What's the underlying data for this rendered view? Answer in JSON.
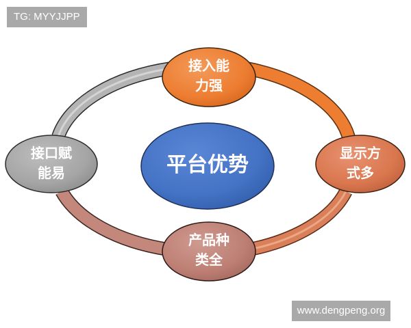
{
  "watermarks": {
    "top_left": "TG: MYYJJPP",
    "bottom_right": "www.dengpeng.org"
  },
  "diagram": {
    "center": {
      "label": "平台优势",
      "color": "#4472c4"
    },
    "nodes": [
      {
        "id": "top",
        "line1": "接入能",
        "line2": "力强",
        "color": "#ed7d31"
      },
      {
        "id": "right",
        "line1": "显示方",
        "line2": "式多",
        "color": "#d9774f"
      },
      {
        "id": "bottom",
        "line1": "产品种",
        "line2": "类全",
        "color": "#c07f74"
      },
      {
        "id": "left",
        "line1": "接口赋",
        "line2": "能易",
        "color": "#a5a5a5"
      }
    ],
    "ring_segments": [
      {
        "from": "left",
        "to": "top",
        "color": "#b4b4b4"
      },
      {
        "from": "top",
        "to": "right",
        "color": "#ed7d31"
      },
      {
        "from": "right",
        "to": "bottom",
        "color": "#d9805a"
      },
      {
        "from": "bottom",
        "to": "left",
        "color": "#c4877c"
      }
    ]
  }
}
